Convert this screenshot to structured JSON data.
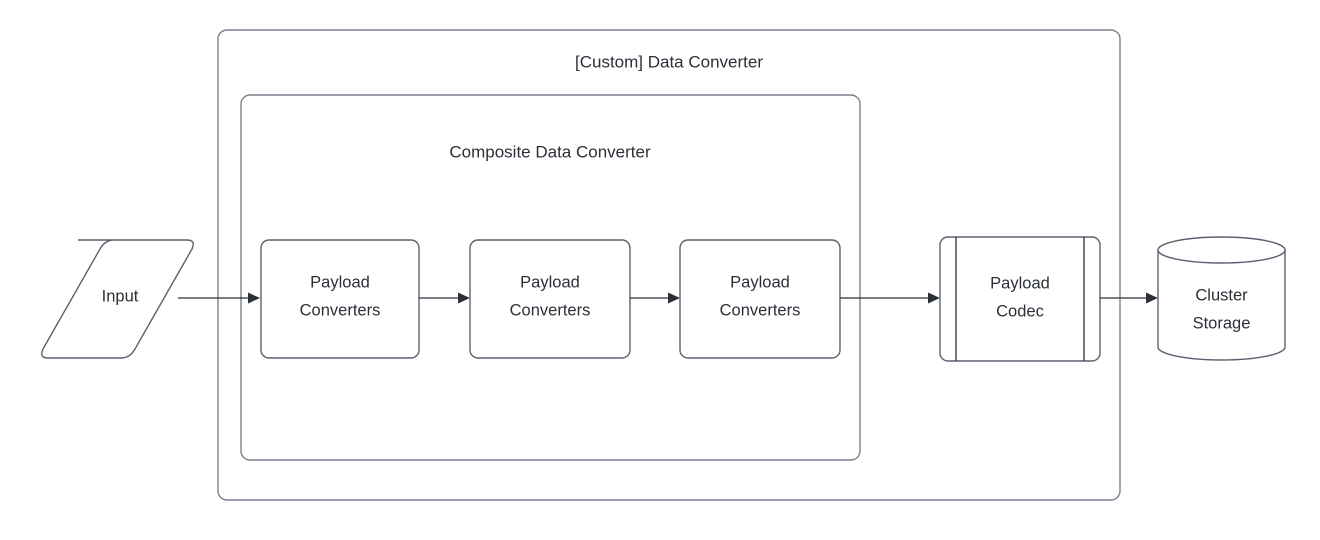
{
  "diagram": {
    "type": "flowchart",
    "title": "[Custom] Data Converter",
    "background_color": "#ffffff",
    "stroke_color": "#5a6270",
    "container_stroke_color": "#7a828e",
    "text_color": "#2b3038",
    "containers": [
      {
        "id": "custom-data-converter",
        "label": "[Custom] Data Converter",
        "shape": "rounded-rectangle"
      },
      {
        "id": "composite-data-converter",
        "label": "Composite Data Converter",
        "shape": "rounded-rectangle"
      }
    ],
    "nodes": [
      {
        "id": "input",
        "label": "Input",
        "shape": "parallelogram"
      },
      {
        "id": "payload-converters-1",
        "label_line1": "Payload",
        "label_line2": "Converters",
        "shape": "rounded-rectangle"
      },
      {
        "id": "payload-converters-2",
        "label_line1": "Payload",
        "label_line2": "Converters",
        "shape": "rounded-rectangle"
      },
      {
        "id": "payload-converters-3",
        "label_line1": "Payload",
        "label_line2": "Converters",
        "shape": "rounded-rectangle"
      },
      {
        "id": "payload-codec",
        "label_line1": "Payload",
        "label_line2": "Codec",
        "shape": "process"
      },
      {
        "id": "cluster-storage",
        "label_line1": "Cluster",
        "label_line2": "Storage",
        "shape": "cylinder"
      }
    ],
    "edges": [
      {
        "from": "input",
        "to": "payload-converters-1",
        "style": "solid-arrow"
      },
      {
        "from": "payload-converters-1",
        "to": "payload-converters-2",
        "style": "solid-arrow"
      },
      {
        "from": "payload-converters-2",
        "to": "payload-converters-3",
        "style": "solid-arrow"
      },
      {
        "from": "payload-converters-3",
        "to": "payload-codec",
        "style": "solid-arrow"
      },
      {
        "from": "payload-codec",
        "to": "cluster-storage",
        "style": "solid-arrow"
      }
    ]
  }
}
